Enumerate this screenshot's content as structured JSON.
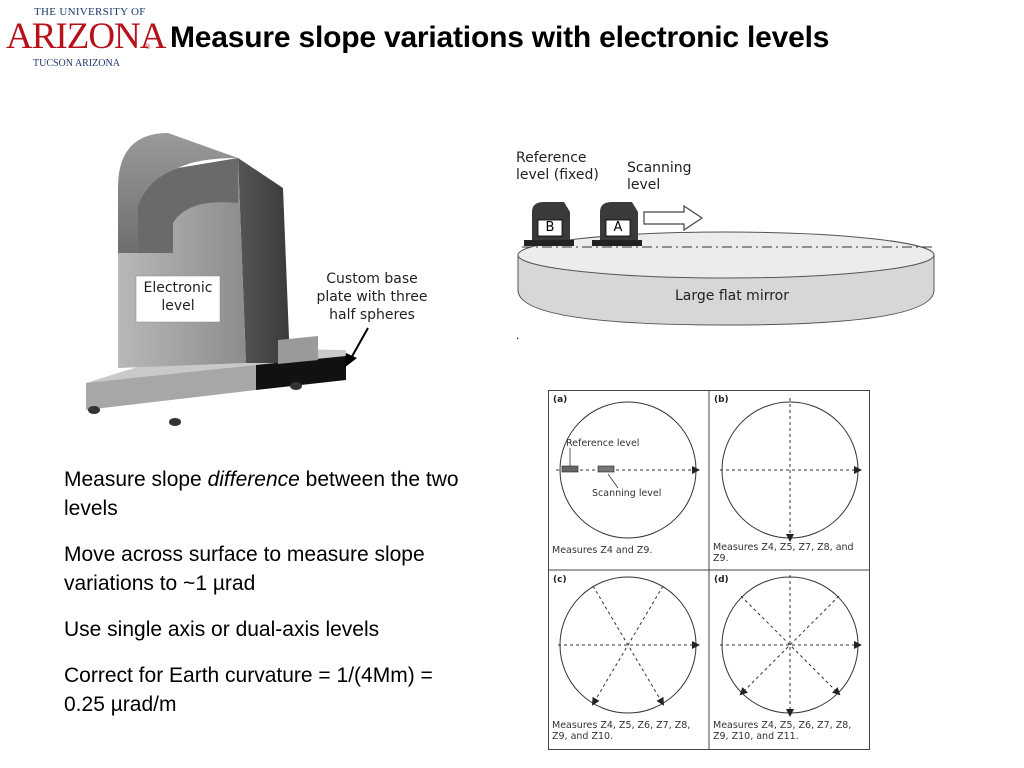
{
  "logo": {
    "the_university_of": "THE UNIVERSITY OF",
    "name": "ARIZONA",
    "reg": "®",
    "city": "TUCSON ARIZONA"
  },
  "slide": {
    "title": "Measure slope variations with electronic levels"
  },
  "figure_level": {
    "label_electronic_level": [
      "Electronic",
      "level"
    ],
    "label_base_plate": [
      "Custom base",
      "plate with three",
      "half spheres"
    ]
  },
  "figure_mirror": {
    "reference_level": [
      "Reference",
      "level (fixed)"
    ],
    "scanning_level": [
      "Scanning",
      "level"
    ],
    "block_b": "B",
    "block_a": "A",
    "mirror_label": "Large flat mirror",
    "dot": "."
  },
  "figure_scan": {
    "panels": [
      {
        "tag": "(a)",
        "caption": [
          "Measures Z4 and Z9."
        ]
      },
      {
        "tag": "(b)",
        "caption": [
          "Measures Z4, Z5, Z7, Z8, and",
          "Z9."
        ]
      },
      {
        "tag": "(c)",
        "caption": [
          "Measures Z4, Z5, Z6, Z7, Z8,",
          "Z9, and Z10."
        ]
      },
      {
        "tag": "(d)",
        "caption": [
          "Measures Z4, Z5, Z6, Z7, Z8,",
          "Z9, Z10, and Z11."
        ]
      }
    ],
    "reference_label": "Reference level",
    "scanning_label": "Scanning level"
  },
  "bullets": {
    "b1_before": "Measure slope ",
    "b1_emph": "difference",
    "b1_after": " between the two levels",
    "b2": "Move across surface to measure slope variations to ~1 µrad",
    "b3": "Use single axis or dual-axis levels",
    "b4": "Correct for Earth curvature = 1/(4Mm) = 0.25 µrad/m"
  }
}
